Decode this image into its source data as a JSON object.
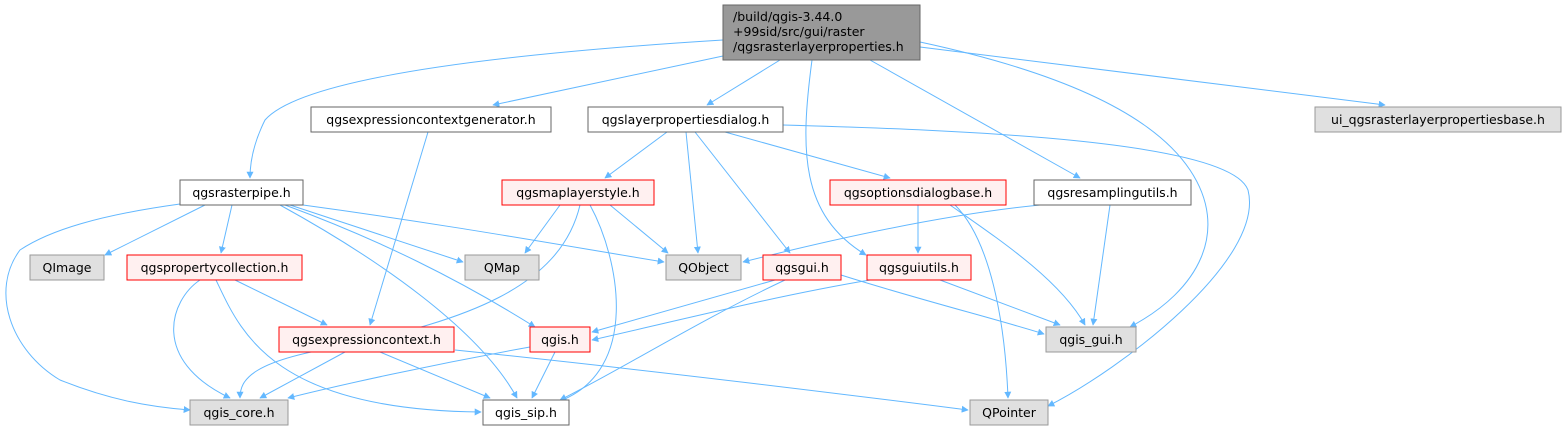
{
  "colors": {
    "edge": "#63b8ff",
    "root_fill": "#999999",
    "root_stroke": "#666666",
    "plain_fill": "#ffffff",
    "plain_stroke": "#666666",
    "missing_fill": "#e0e0e0",
    "missing_stroke": "#999999",
    "red_fill": "#fff0f0",
    "red_stroke": "#ff0000"
  },
  "nodes": [
    {
      "id": "root",
      "lines": [
        "/build/qgis-3.44.0",
        "+99sid/src/gui/raster",
        "/qgsrasterlayerproperties.h"
      ],
      "style": "root"
    },
    {
      "id": "qgsexpressioncontextgenerator",
      "lines": [
        "qgsexpressioncontextgenerator.h"
      ],
      "style": "plain"
    },
    {
      "id": "qgslayerpropertiesdialog",
      "lines": [
        "qgslayerpropertiesdialog.h"
      ],
      "style": "plain"
    },
    {
      "id": "ui_qgsrasterlayerpropertiesbase",
      "lines": [
        "ui_qgsrasterlayerpropertiesbase.h"
      ],
      "style": "missing"
    },
    {
      "id": "qgsrasterpipe",
      "lines": [
        "qgsrasterpipe.h"
      ],
      "style": "plain"
    },
    {
      "id": "qgsmaplayerstyle",
      "lines": [
        "qgsmaplayerstyle.h"
      ],
      "style": "red"
    },
    {
      "id": "qgsoptionsdialogbase",
      "lines": [
        "qgsoptionsdialogbase.h"
      ],
      "style": "red"
    },
    {
      "id": "qgsresamplingutils",
      "lines": [
        "qgsresamplingutils.h"
      ],
      "style": "plain"
    },
    {
      "id": "QImage",
      "lines": [
        "QImage"
      ],
      "style": "missing"
    },
    {
      "id": "qgspropertycollection",
      "lines": [
        "qgspropertycollection.h"
      ],
      "style": "red"
    },
    {
      "id": "QMap",
      "lines": [
        "QMap"
      ],
      "style": "missing"
    },
    {
      "id": "QObject",
      "lines": [
        "QObject"
      ],
      "style": "missing"
    },
    {
      "id": "qgsgui",
      "lines": [
        "qgsgui.h"
      ],
      "style": "red"
    },
    {
      "id": "qgsguiutils",
      "lines": [
        "qgsguiutils.h"
      ],
      "style": "red"
    },
    {
      "id": "qgsexpressioncontext",
      "lines": [
        "qgsexpressioncontext.h"
      ],
      "style": "red"
    },
    {
      "id": "qgis",
      "lines": [
        "qgis.h"
      ],
      "style": "red"
    },
    {
      "id": "qgis_gui",
      "lines": [
        "qgis_gui.h"
      ],
      "style": "missing"
    },
    {
      "id": "qgis_core",
      "lines": [
        "qgis_core.h"
      ],
      "style": "missing"
    },
    {
      "id": "qgis_sip",
      "lines": [
        "qgis_sip.h"
      ],
      "style": "plain"
    },
    {
      "id": "QPointer",
      "lines": [
        "QPointer"
      ],
      "style": "missing"
    }
  ],
  "edges": [
    {
      "from": "root",
      "to": "qgsrasterpipe"
    },
    {
      "from": "root",
      "to": "qgsexpressioncontextgenerator"
    },
    {
      "from": "root",
      "to": "qgslayerpropertiesdialog"
    },
    {
      "from": "root",
      "to": "qgsguiutils"
    },
    {
      "from": "root",
      "to": "qgsresamplingutils"
    },
    {
      "from": "root",
      "to": "qgis_gui"
    },
    {
      "from": "root",
      "to": "ui_qgsrasterlayerpropertiesbase"
    },
    {
      "from": "qgsexpressioncontextgenerator",
      "to": "qgsexpressioncontext"
    },
    {
      "from": "qgslayerpropertiesdialog",
      "to": "qgsmaplayerstyle"
    },
    {
      "from": "qgslayerpropertiesdialog",
      "to": "QObject"
    },
    {
      "from": "qgslayerpropertiesdialog",
      "to": "qgsgui"
    },
    {
      "from": "qgslayerpropertiesdialog",
      "to": "qgsoptionsdialogbase"
    },
    {
      "from": "qgslayerpropertiesdialog",
      "to": "QPointer"
    },
    {
      "from": "qgsrasterpipe",
      "to": "QImage"
    },
    {
      "from": "qgsrasterpipe",
      "to": "qgspropertycollection"
    },
    {
      "from": "qgsrasterpipe",
      "to": "QMap"
    },
    {
      "from": "qgsrasterpipe",
      "to": "QObject"
    },
    {
      "from": "qgsrasterpipe",
      "to": "qgis"
    },
    {
      "from": "qgsrasterpipe",
      "to": "qgis_core"
    },
    {
      "from": "qgsrasterpipe",
      "to": "qgis_sip"
    },
    {
      "from": "qgsmaplayerstyle",
      "to": "QMap"
    },
    {
      "from": "qgsmaplayerstyle",
      "to": "QObject"
    },
    {
      "from": "qgsmaplayerstyle",
      "to": "qgis_core"
    },
    {
      "from": "qgsmaplayerstyle",
      "to": "qgis_sip"
    },
    {
      "from": "qgsoptionsdialogbase",
      "to": "qgsguiutils"
    },
    {
      "from": "qgsoptionsdialogbase",
      "to": "qgis_gui"
    },
    {
      "from": "qgsoptionsdialogbase",
      "to": "QPointer"
    },
    {
      "from": "qgsresamplingutils",
      "to": "QObject"
    },
    {
      "from": "qgsresamplingutils",
      "to": "qgis_gui"
    },
    {
      "from": "qgspropertycollection",
      "to": "qgsexpressioncontext"
    },
    {
      "from": "qgspropertycollection",
      "to": "qgis_core"
    },
    {
      "from": "qgspropertycollection",
      "to": "qgis_sip"
    },
    {
      "from": "qgsgui",
      "to": "qgis"
    },
    {
      "from": "qgsgui",
      "to": "qgis_gui"
    },
    {
      "from": "qgsgui",
      "to": "qgis_sip"
    },
    {
      "from": "qgsguiutils",
      "to": "qgis"
    },
    {
      "from": "qgsguiutils",
      "to": "qgis_gui"
    },
    {
      "from": "qgsexpressioncontext",
      "to": "qgis_core"
    },
    {
      "from": "qgsexpressioncontext",
      "to": "qgis_sip"
    },
    {
      "from": "qgsexpressioncontext",
      "to": "QPointer"
    },
    {
      "from": "qgis",
      "to": "qgis_core"
    },
    {
      "from": "qgis",
      "to": "qgis_sip"
    }
  ]
}
